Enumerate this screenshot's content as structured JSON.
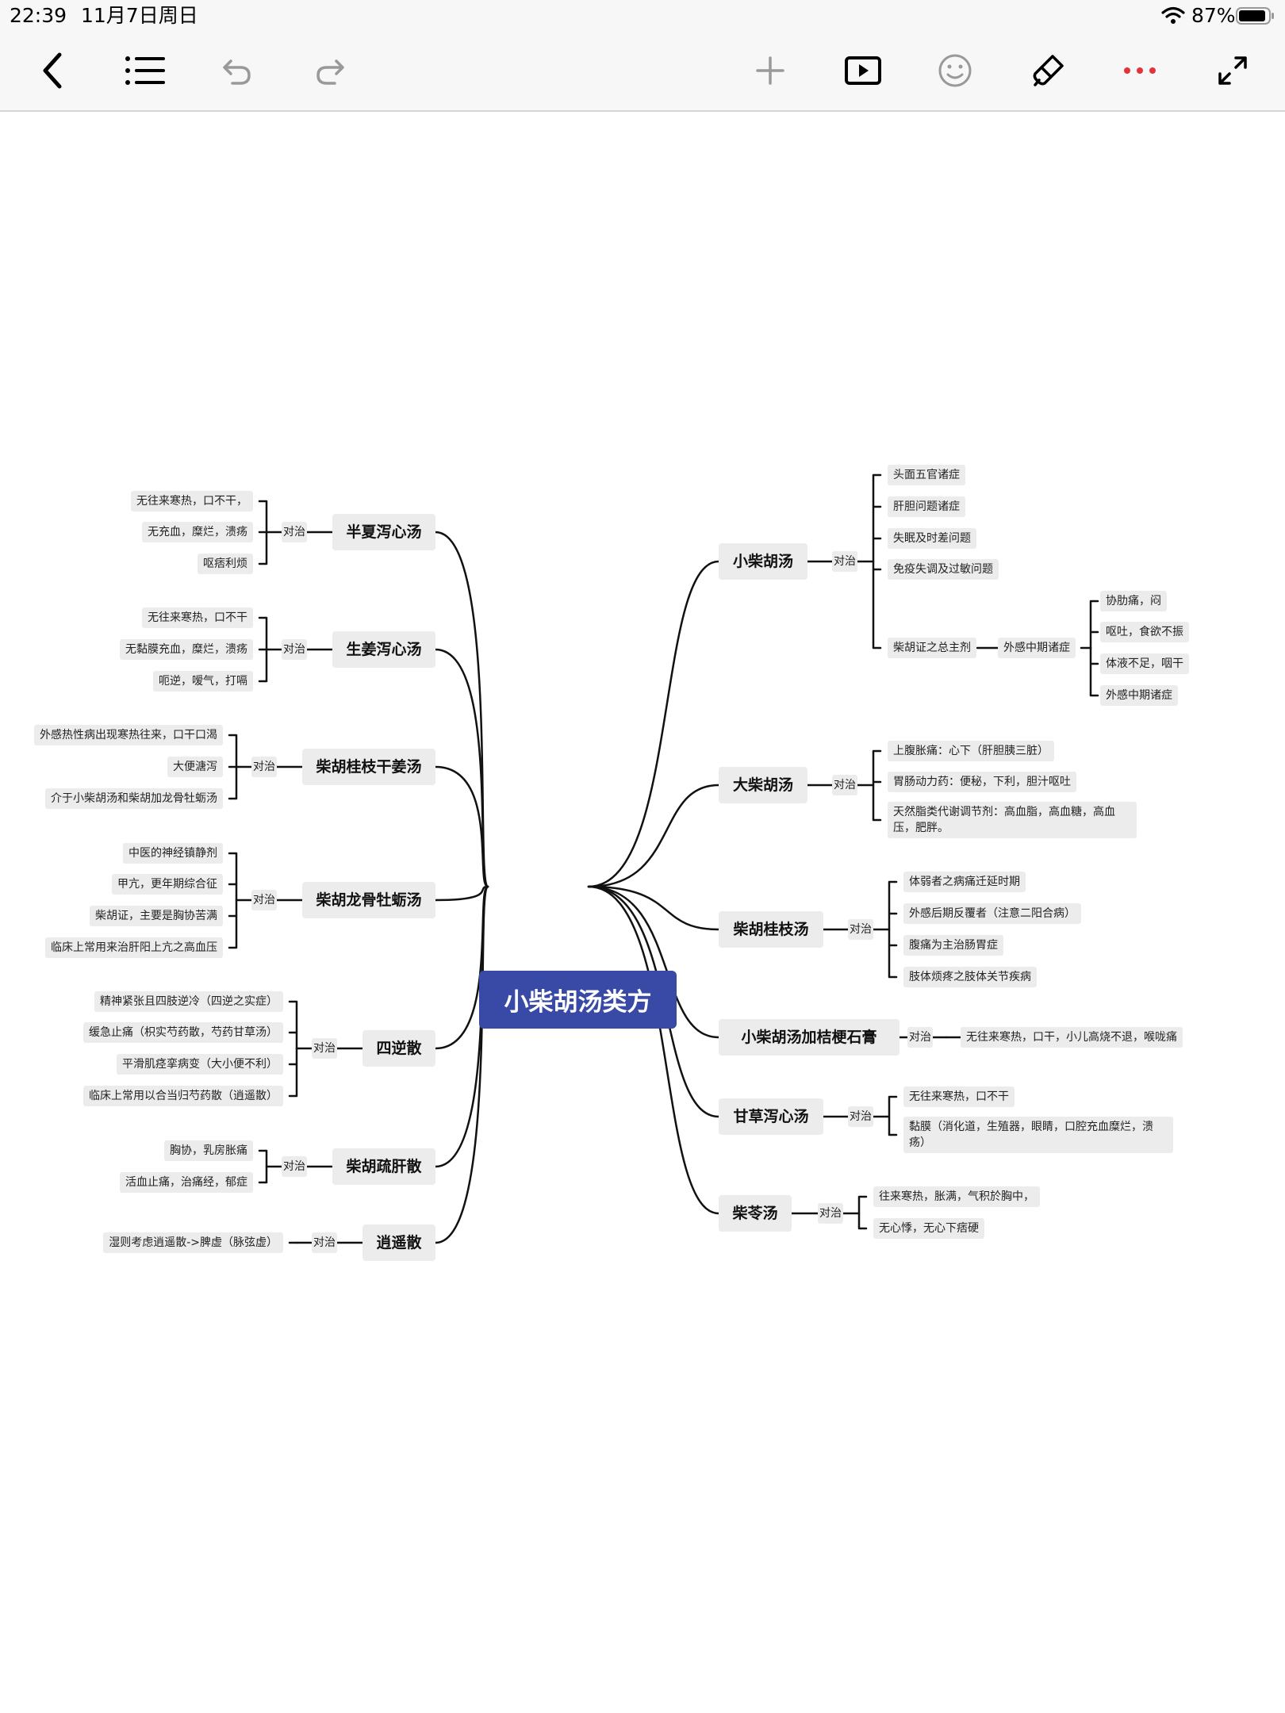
{
  "status_bar": {
    "time": "22:39",
    "date": "11月7日周日",
    "battery": "87%"
  },
  "toolbar": {
    "icons": [
      "back-icon",
      "outline-icon",
      "undo-icon",
      "redo-icon",
      "plus-icon",
      "play-icon",
      "emoji-icon",
      "brush-icon",
      "more-icon",
      "expand-icon"
    ]
  },
  "mindmap": {
    "central": "小柴胡汤类方",
    "relation": "对治",
    "left": [
      {
        "title": "半夏泻心汤",
        "leaves": [
          "无往来寒热，口不干，",
          "无充血，糜烂，溃疡",
          "呕痞利烦"
        ]
      },
      {
        "title": "生姜泻心汤",
        "leaves": [
          "无往来寒热，口不干",
          "无黏膜充血，糜烂，溃疡",
          "呃逆，嗳气，打嗝"
        ]
      },
      {
        "title": "柴胡桂枝干姜汤",
        "leaves": [
          "外感热性病出现寒热往来，口干口渴",
          "大便溏泻",
          "介于小柴胡汤和柴胡加龙骨牡蛎汤"
        ]
      },
      {
        "title": "柴胡龙骨牡蛎汤",
        "leaves": [
          "中医的神经镇静剂",
          "甲亢，更年期综合征",
          "柴胡证，主要是胸协苦满",
          "临床上常用来治肝阳上亢之高血压"
        ]
      },
      {
        "title": "四逆散",
        "leaves": [
          "精神紧张且四肢逆冷（四逆之实症）",
          "缓急止痛（枳实芍药散，芍药甘草汤）",
          "平滑肌痉挛病变（大小便不利）",
          "临床上常用以合当归芍药散（逍遥散）"
        ]
      },
      {
        "title": "柴胡疏肝散",
        "leaves": [
          "胸协，乳房胀痛",
          "活血止痛，治痛经，郁症"
        ]
      },
      {
        "title": "逍遥散",
        "leaves": [
          "湿则考虑逍遥散->脾虚（脉弦虚）"
        ]
      }
    ],
    "right": [
      {
        "title": "小柴胡汤",
        "leaves": [
          "头面五官诸症",
          "肝胆问题诸症",
          "失眠及时差问题",
          "免疫失调及过敏问题",
          "柴胡证之总主剂"
        ],
        "sub": {
          "title": "外感中期诸症",
          "leaves": [
            "协肋痛，闷",
            "呕吐，食欲不振",
            "体液不足，咽干",
            "外感中期诸症"
          ]
        }
      },
      {
        "title": "大柴胡汤",
        "leaves": [
          "上腹胀痛：心下（肝胆胰三脏）",
          "胃肠动力药：便秘，下利，胆汁呕吐",
          "天然脂类代谢调节剂：高血脂，高血糖，高血压，肥胖。"
        ]
      },
      {
        "title": "柴胡桂枝汤",
        "leaves": [
          "体弱者之病痛迁延时期",
          "外感后期反覆者（注意二阳合病）",
          "腹痛为主治肠胃症",
          "肢体烦疼之肢体关节疾病"
        ]
      },
      {
        "title": "小柴胡汤加桔梗石膏",
        "leaves": [
          "无往来寒热，口干，小儿高烧不退，喉咙痛"
        ]
      },
      {
        "title": "甘草泻心汤",
        "leaves": [
          "无往来寒热，口不干",
          "黏膜（消化道，生殖器，眼睛，口腔充血糜烂，溃疡）"
        ]
      },
      {
        "title": "柴苓汤",
        "leaves": [
          "往来寒热，胀满，气积於胸中，",
          "无心悸，无心下痞硬"
        ]
      }
    ]
  }
}
